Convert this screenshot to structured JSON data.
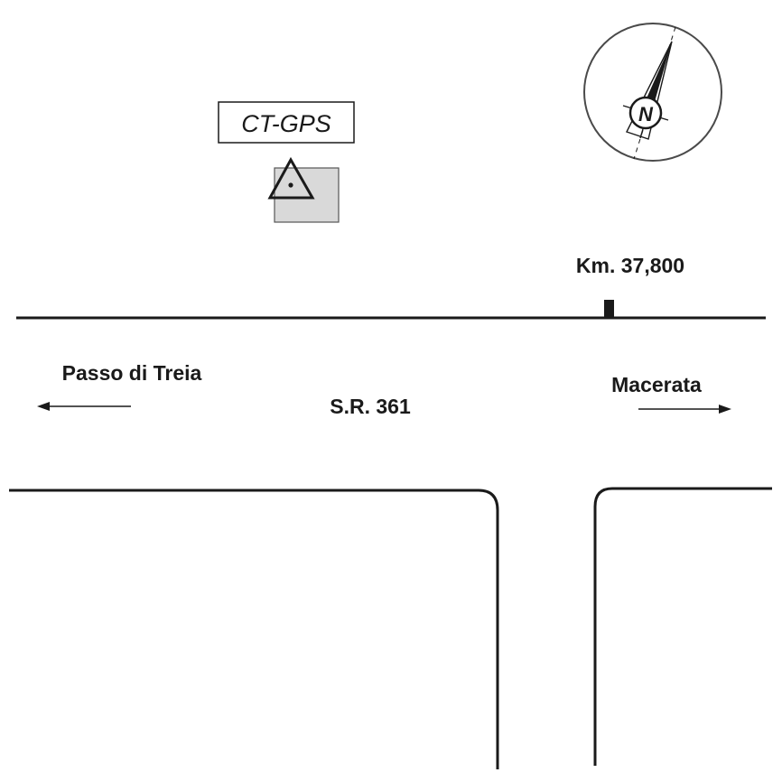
{
  "station": {
    "label": "CT-GPS",
    "marker_icon": "survey-triangle-icon",
    "colors": {
      "fill": "#d9d9d9",
      "stroke": "#555555"
    }
  },
  "compass": {
    "north_label": "N",
    "icon": "north-arrow-icon"
  },
  "road": {
    "name": "S.R. 361",
    "milestone": "Km. 37,800"
  },
  "directions": {
    "left": {
      "label": "Passo di Treia",
      "icon": "arrow-left-icon"
    },
    "right": {
      "label": "Macerata",
      "icon": "arrow-right-icon"
    }
  },
  "colors": {
    "line": "#1a1a1a",
    "compass_ring": "#4a4a4a"
  }
}
